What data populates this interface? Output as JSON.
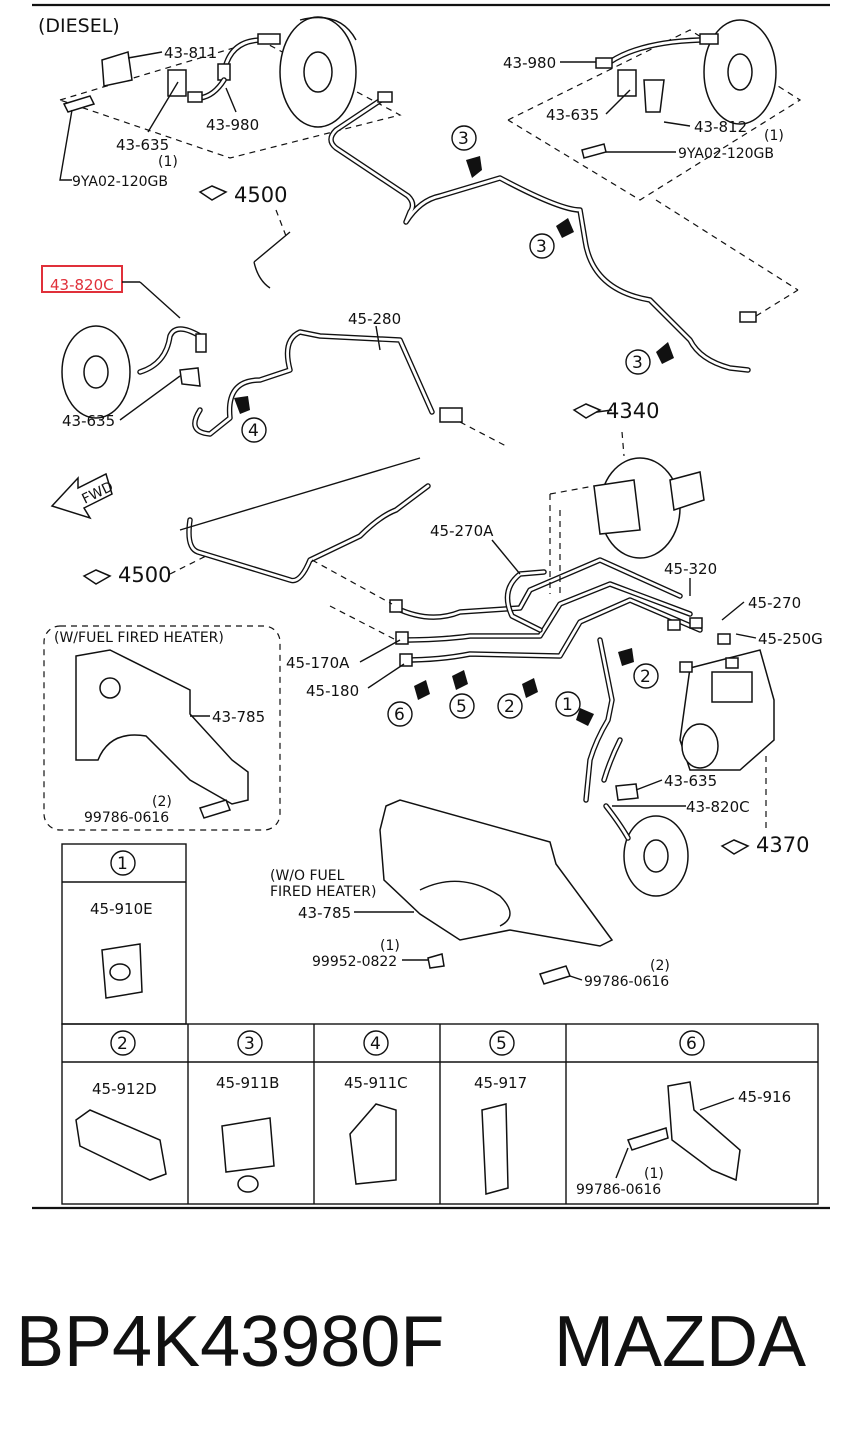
{
  "header": {
    "variant": "(DIESEL)"
  },
  "references": {
    "ref_4500_top": "4500",
    "ref_4500_left": "4500",
    "ref_4340": "4340",
    "ref_4370": "4370"
  },
  "callouts": {
    "c_1": "1",
    "c_2": "2",
    "c_3": "3",
    "c_4": "4",
    "c_5": "5",
    "c_6": "6"
  },
  "parts": {
    "p43_811": "43-811",
    "p43_980_a": "43-980",
    "p43_635_a": "43-635",
    "p9ya02_a_qty": "(1)",
    "p9ya02_a": "9YA02-120GB",
    "p43_980_b": "43-980",
    "p43_635_b": "43-635",
    "p43_812": "43-812",
    "p9ya02_b_qty": "(1)",
    "p9ya02_b": "9YA02-120GB",
    "p43_820c_highlight": "43-820C",
    "p43_635_c": "43-635",
    "p45_280": "45-280",
    "fwd": "FWD",
    "p45_270a": "45-270A",
    "p45_320": "45-320",
    "p45_270": "45-270",
    "p45_250g": "45-250G",
    "p45_170a": "45-170A",
    "p45_180": "45-180",
    "p43_635_d": "43-635",
    "p43_820c_b": "43-820C",
    "heater_title": "(W/FUEL FIRED HEATER)",
    "p43_785_a": "43-785",
    "p99786_a_qty": "(2)",
    "p99786_a": "99786-0616",
    "wo_heater_l1": "(W/O FUEL",
    "wo_heater_l2": "FIRED HEATER)",
    "p43_785_b": "43-785",
    "p99952_qty": "(1)",
    "p99952": "99952-0822",
    "p99786_b_qty": "(2)",
    "p99786_b": "99786-0616"
  },
  "legend": [
    {
      "num": "1",
      "part": "45-910E"
    },
    {
      "num": "2",
      "part": "45-912D"
    },
    {
      "num": "3",
      "part": "45-911B"
    },
    {
      "num": "4",
      "part": "45-911C"
    },
    {
      "num": "5",
      "part": "45-917"
    },
    {
      "num": "6",
      "part": "45-916",
      "bolt": "99786-0616",
      "bolt_qty": "(1)"
    }
  ],
  "caption": {
    "part_number": "BP4K43980F",
    "brand": "MAZDA"
  },
  "colors": {
    "highlight": "#e0303a",
    "ink": "#111111"
  }
}
